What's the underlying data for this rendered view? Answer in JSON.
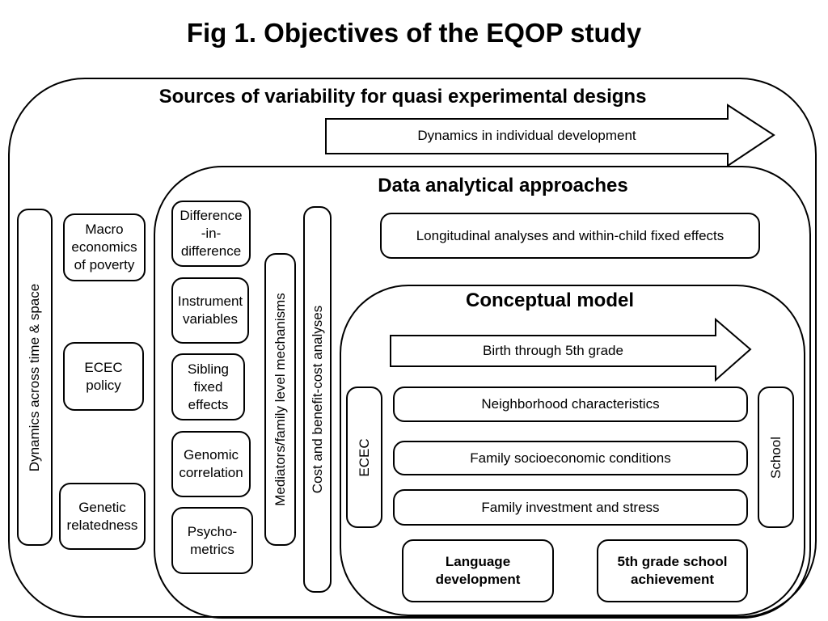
{
  "title": "Fig 1. Objectives of the EQOP study",
  "outer": {
    "heading": "Sources of variability for quasi experimental designs",
    "arrow": "Dynamics in individual development",
    "vertical": "Dynamics across time & space",
    "boxes": [
      "Macro economics of poverty",
      "ECEC policy",
      "Genetic relatedness"
    ]
  },
  "middle": {
    "heading": "Data analytical approaches",
    "longitudinal": "Longitudinal analyses and within-child fixed effects",
    "methods": [
      "Difference -in- difference",
      "Instrument variables",
      "Sibling fixed effects",
      "Genomic correlation",
      "Psycho- metrics"
    ],
    "mediators": "Mediators/family level mechanisms",
    "cost": "Cost and benefit-cost analyses"
  },
  "inner": {
    "heading": "Conceptual model",
    "arrow": "Birth through 5th grade",
    "left": "ECEC",
    "right": "School",
    "rows": [
      "Neighborhood characteristics",
      "Family socioeconomic conditions",
      "Family investment and stress"
    ],
    "outcomes": [
      "Language development",
      "5th grade school achievement"
    ]
  }
}
